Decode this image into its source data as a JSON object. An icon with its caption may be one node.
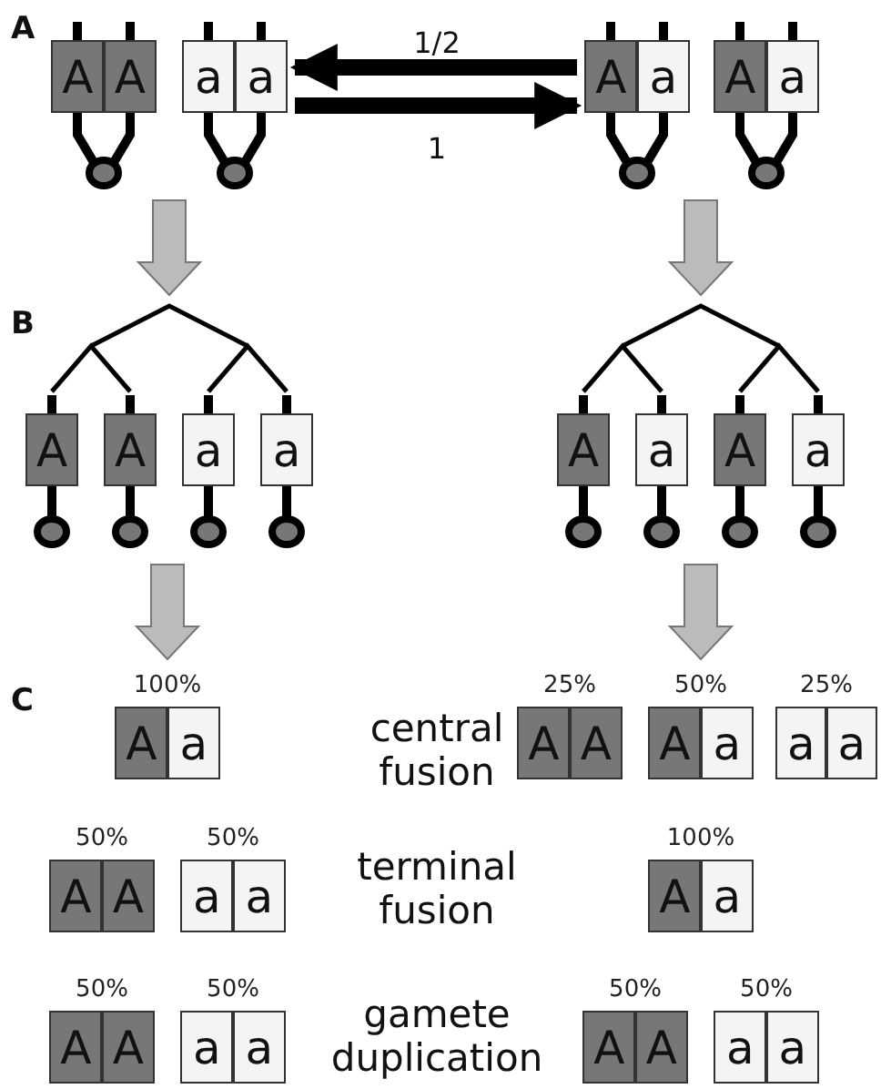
{
  "diagram": {
    "nodes": [
      {
        "text": [
          "A",
          "A"
        ]
      },
      {
        "text": [
          "a",
          "a"
        ]
      },
      {
        "text": [
          "A",
          "a"
        ]
      },
      {
        "text": [
          "A",
          "a"
        ]
      },
      {
        "text": [
          "A"
        ]
      },
      {
        "text": [
          "A"
        ]
      },
      {
        "text": [
          "a"
        ]
      },
      {
        "text": [
          "a"
        ]
      },
      {
        "text": [
          "A"
        ]
      },
      {
        "text": [
          "a"
        ]
      },
      {
        "text": [
          "A"
        ]
      },
      {
        "text": [
          "a"
        ]
      },
      {
        "text": [
          "A",
          "a"
        ],
        "beside": [
          "100%"
        ]
      },
      {
        "text": [
          "A",
          "A"
        ],
        "beside": [
          "25%"
        ]
      },
      {
        "text": [
          "A",
          "a"
        ],
        "beside": [
          "50%"
        ]
      },
      {
        "text": [
          "a",
          "a"
        ],
        "beside": [
          "25%"
        ]
      },
      {
        "text": [
          "A",
          "A"
        ],
        "beside": [
          "50%"
        ]
      },
      {
        "text": [
          "a",
          "a"
        ],
        "beside": [
          "50%"
        ]
      },
      {
        "text": [
          "A",
          "a"
        ],
        "beside": [
          "100%"
        ]
      },
      {
        "text": [
          "A",
          "A"
        ],
        "beside": [
          "50%"
        ]
      },
      {
        "text": [
          "a",
          "a"
        ],
        "beside": [
          "50%"
        ]
      },
      {
        "text": [
          "A",
          "A"
        ],
        "beside": [
          "50%"
        ]
      },
      {
        "text": [
          "a",
          "a"
        ],
        "beside": [
          "50%"
        ]
      }
    ],
    "edges": [
      {
        "from": 2,
        "to": 1,
        "arrow": "to",
        "label": "1/2"
      },
      {
        "from": 1,
        "to": 2,
        "arrow": "to",
        "label": "1"
      }
    ],
    "labels": [
      "A",
      "B",
      "C",
      "central fusion",
      "terminal fusion",
      "gamete duplication"
    ]
  }
}
